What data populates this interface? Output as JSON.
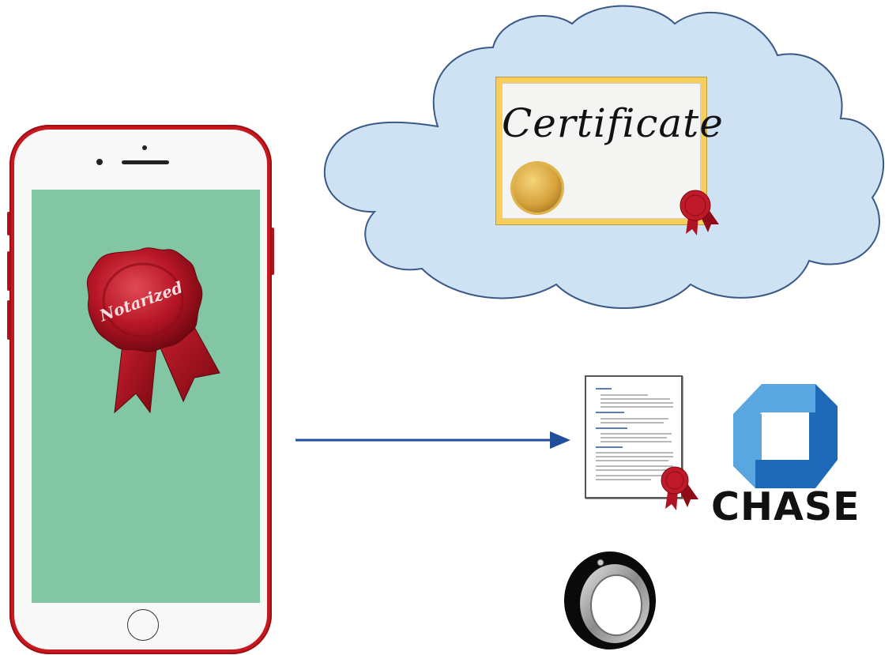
{
  "seal": {
    "label": "Notarized"
  },
  "certificate": {
    "title": "Certificate"
  },
  "chase": {
    "wordmark": "CHASE"
  },
  "icons": {
    "phone": "smartphone-icon",
    "seal": "ribbon-seal-icon",
    "cloud": "cloud-icon",
    "certificate": "certificate-icon",
    "arrow": "arrow-right-icon",
    "document": "document-icon",
    "chase": "chase-octagon-logo",
    "ring": "smart-ring-icon"
  },
  "colors": {
    "phone_body": "#c8181f",
    "phone_screen": "#82c6a4",
    "cloud_fill": "#cfe2f3",
    "cloud_stroke": "#3a5a86",
    "certificate_frame": "#f7ce5a",
    "arrow": "#1f4e9c",
    "seal_red": "#c01a2a",
    "chase_blue_light": "#5aa6e0",
    "chase_blue_dark": "#1e6ab8"
  }
}
